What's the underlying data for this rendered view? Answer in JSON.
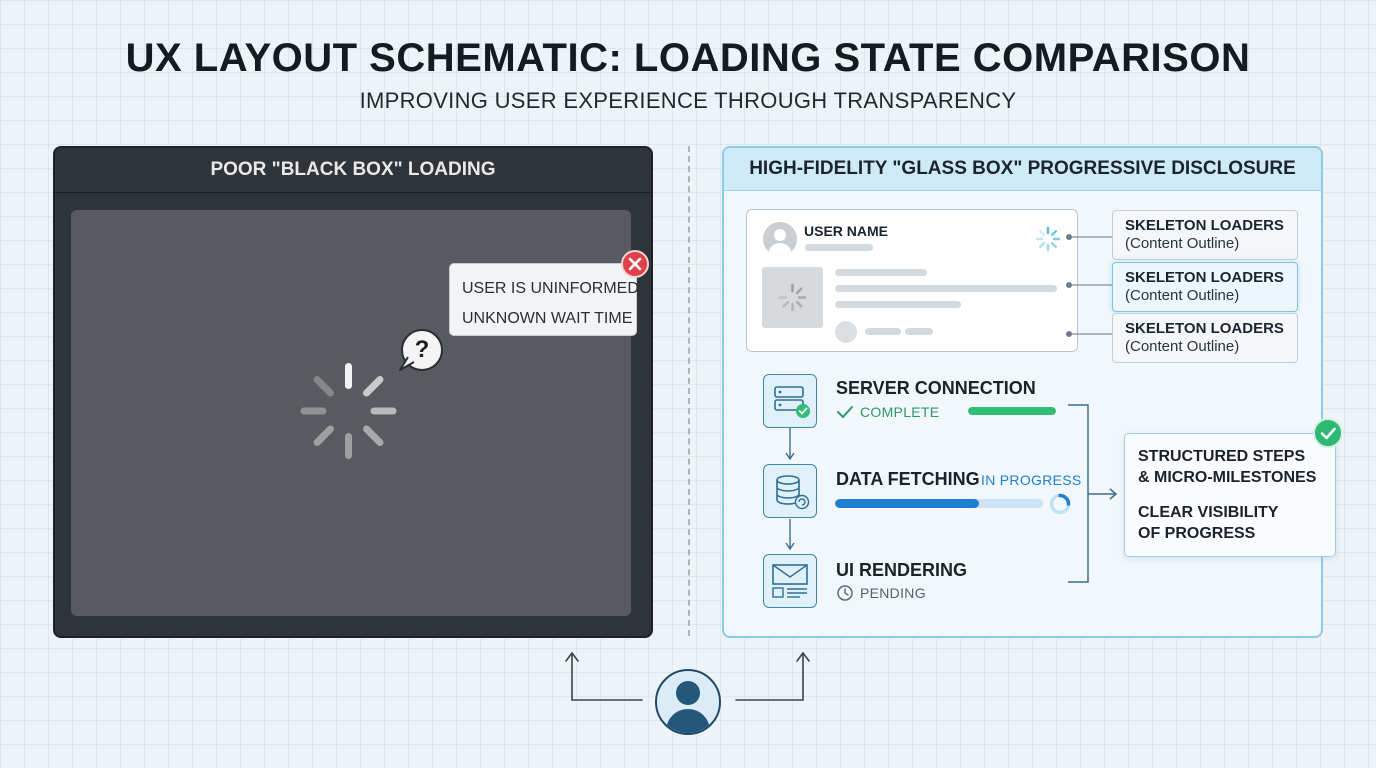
{
  "header": {
    "title": "UX LAYOUT SCHEMATIC: LOADING STATE COMPARISON",
    "subtitle": "IMPROVING USER EXPERIENCE THROUGH TRANSPARENCY"
  },
  "left_panel": {
    "title": "POOR \"BLACK BOX\" LOADING",
    "warnings": [
      "USER IS UNINFORMED",
      "UNKNOWN WAIT TIME"
    ],
    "question_mark": "?"
  },
  "right_panel": {
    "title": "HIGH-FIDELITY \"GLASS BOX\" PROGRESSIVE DISCLOSURE",
    "card_user_name": "USER NAME",
    "skeleton_labels": [
      {
        "title": "SKELETON LOADERS",
        "sub": "(Content Outline)"
      },
      {
        "title": "SKELETON LOADERS",
        "sub": "(Content Outline)"
      },
      {
        "title": "SKELETON LOADERS",
        "sub": "(Content Outline)"
      }
    ],
    "steps": [
      {
        "title": "SERVER CONNECTION",
        "status": "COMPLETE",
        "progress": 1.0
      },
      {
        "title": "DATA FETCHING",
        "status": "IN PROGRESS",
        "progress": 0.69
      },
      {
        "title": "UI RENDERING",
        "status": "PENDING"
      }
    ],
    "summary": {
      "line1": "STRUCTURED STEPS",
      "line2": "& MICRO-MILESTONES",
      "line3": "CLEAR VISIBILITY",
      "line4": "OF PROGRESS"
    }
  },
  "colors": {
    "complete": "#33bc74",
    "in_progress": "#1e7fd0",
    "accent_border": "#8ccbe8",
    "error": "#e0404a",
    "dark_panel": "#2f3438"
  },
  "icons": [
    "x-icon",
    "question-icon",
    "spinner-icon",
    "server-icon",
    "database-icon",
    "layout-icon",
    "check-icon",
    "clock-icon",
    "user-icon"
  ]
}
